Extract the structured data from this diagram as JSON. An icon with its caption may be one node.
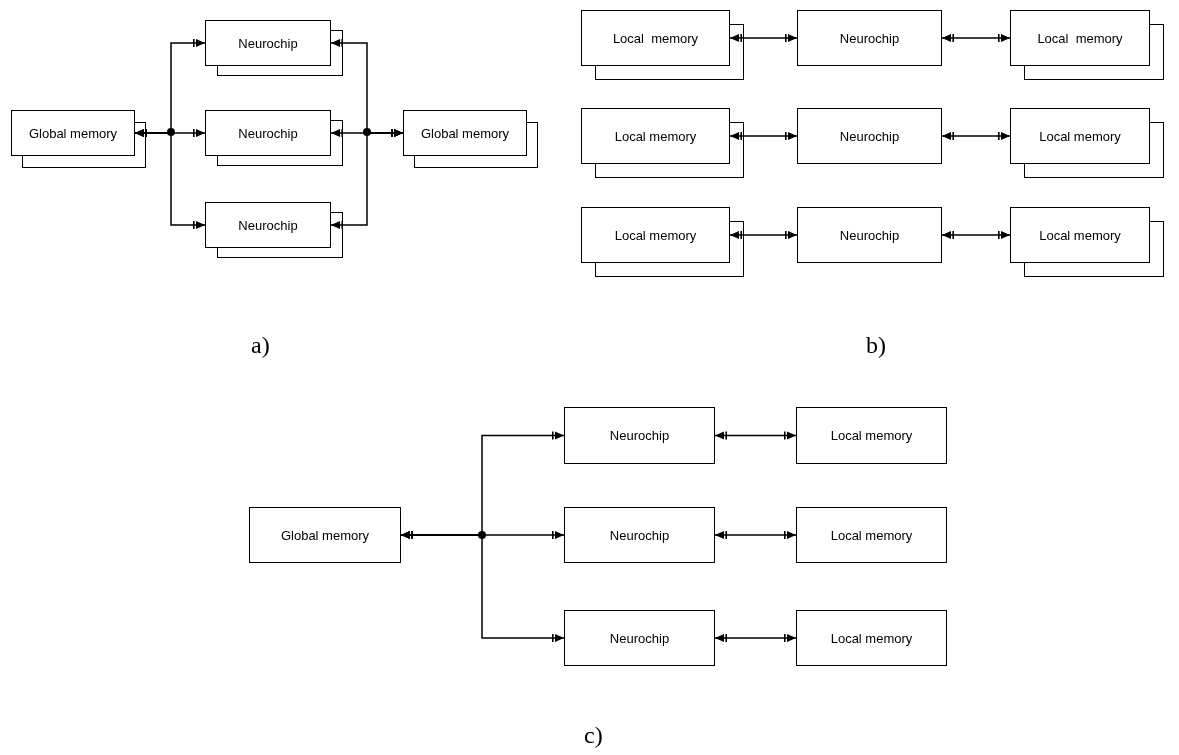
{
  "diagram": {
    "nodes": [
      {
        "text": [
          "Global memory"
        ]
      },
      {
        "text": [
          "Neurochip"
        ]
      },
      {
        "text": [
          "Neurochip"
        ]
      },
      {
        "text": [
          "Neurochip"
        ]
      },
      {
        "text": [
          "Global memory"
        ]
      },
      {
        "text": [
          "Local  memory"
        ]
      },
      {
        "text": [
          "Neurochip"
        ]
      },
      {
        "text": [
          "Local  memory"
        ]
      },
      {
        "text": [
          "Local memory"
        ]
      },
      {
        "text": [
          "Neurochip"
        ]
      },
      {
        "text": [
          "Local memory"
        ]
      },
      {
        "text": [
          "Local memory"
        ]
      },
      {
        "text": [
          "Neurochip"
        ]
      },
      {
        "text": [
          "Local memory"
        ]
      },
      {
        "text": [
          "Global memory"
        ]
      },
      {
        "text": [
          "Neurochip"
        ]
      },
      {
        "text": [
          "Local memory"
        ]
      },
      {
        "text": [
          "Neurochip"
        ]
      },
      {
        "text": [
          "Local memory"
        ]
      },
      {
        "text": [
          "Neurochip"
        ]
      },
      {
        "text": [
          "Local memory"
        ]
      }
    ],
    "edges": [
      {
        "from": 0,
        "to": 1,
        "arrow": "both"
      },
      {
        "from": 0,
        "to": 2,
        "arrow": "both"
      },
      {
        "from": 0,
        "to": 3,
        "arrow": "both"
      },
      {
        "from": 1,
        "to": 4,
        "arrow": "both"
      },
      {
        "from": 2,
        "to": 4,
        "arrow": "both"
      },
      {
        "from": 3,
        "to": 4,
        "arrow": "both"
      },
      {
        "from": 5,
        "to": 6,
        "arrow": "both"
      },
      {
        "from": 6,
        "to": 7,
        "arrow": "both"
      },
      {
        "from": 8,
        "to": 9,
        "arrow": "both"
      },
      {
        "from": 9,
        "to": 10,
        "arrow": "both"
      },
      {
        "from": 11,
        "to": 12,
        "arrow": "both"
      },
      {
        "from": 12,
        "to": 13,
        "arrow": "both"
      },
      {
        "from": 14,
        "to": 15,
        "arrow": "both"
      },
      {
        "from": 14,
        "to": 17,
        "arrow": "both"
      },
      {
        "from": 14,
        "to": 19,
        "arrow": "both"
      },
      {
        "from": 15,
        "to": 16,
        "arrow": "both"
      },
      {
        "from": 17,
        "to": 18,
        "arrow": "both"
      },
      {
        "from": 19,
        "to": 20,
        "arrow": "both"
      }
    ],
    "labels": [
      "a)",
      "b)",
      "c)"
    ]
  }
}
